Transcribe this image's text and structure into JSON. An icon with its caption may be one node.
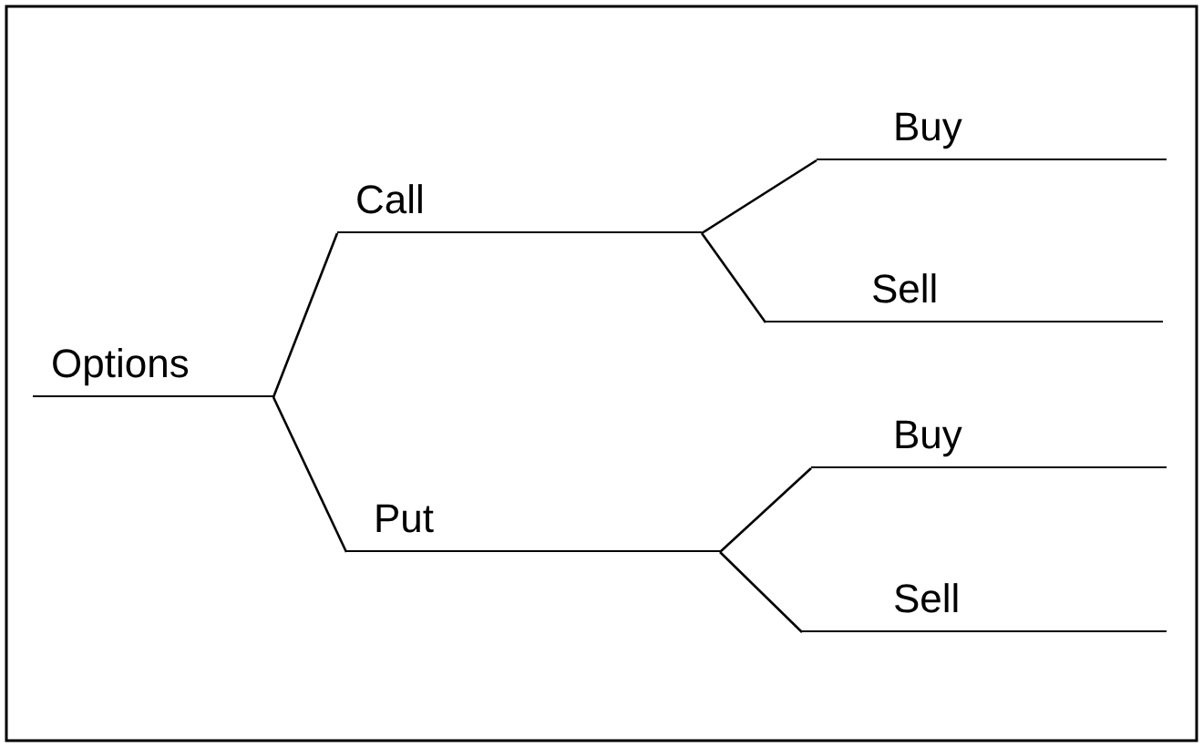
{
  "diagram": {
    "nodes": [
      {
        "text": [
          "Options"
        ]
      },
      {
        "text": [
          "Call"
        ]
      },
      {
        "text": [
          "Buy"
        ]
      },
      {
        "text": [
          "Sell"
        ]
      },
      {
        "text": [
          "Put"
        ]
      },
      {
        "text": [
          "Buy"
        ]
      },
      {
        "text": [
          "Sell"
        ]
      }
    ],
    "edges": [
      {
        "from": 0,
        "to": 1,
        "arrow": "none"
      },
      {
        "from": 0,
        "to": 4,
        "arrow": "none"
      },
      {
        "from": 1,
        "to": 2,
        "arrow": "none"
      },
      {
        "from": 1,
        "to": 3,
        "arrow": "none"
      },
      {
        "from": 4,
        "to": 5,
        "arrow": "none"
      },
      {
        "from": 4,
        "to": 6,
        "arrow": "none"
      }
    ]
  }
}
